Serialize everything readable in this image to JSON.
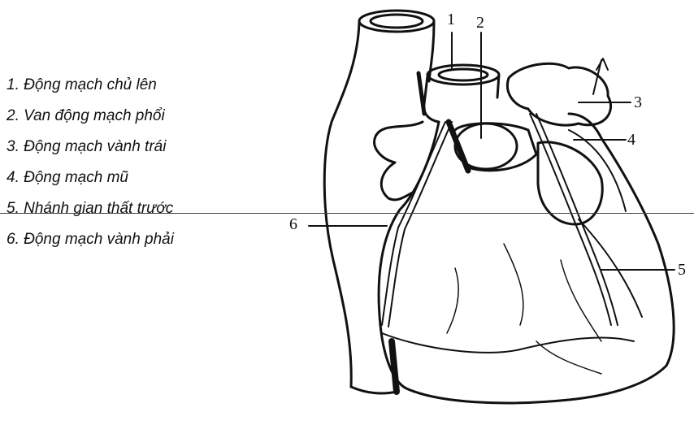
{
  "legend": {
    "items": [
      "1. Động mạch chủ lên",
      "2. Van động mạch phổi",
      "3. Động mạch vành trái",
      "4. Động mạch mũ",
      "5. Nhánh gian thất trước",
      "6. Động mạch vành phải"
    ]
  },
  "labels": {
    "l1": "1",
    "l2": "2",
    "l3": "3",
    "l4": "4",
    "l5": "5",
    "l6": "6"
  },
  "colors": {
    "ink": "#111111",
    "paper": "#ffffff",
    "rule": "#444444"
  }
}
